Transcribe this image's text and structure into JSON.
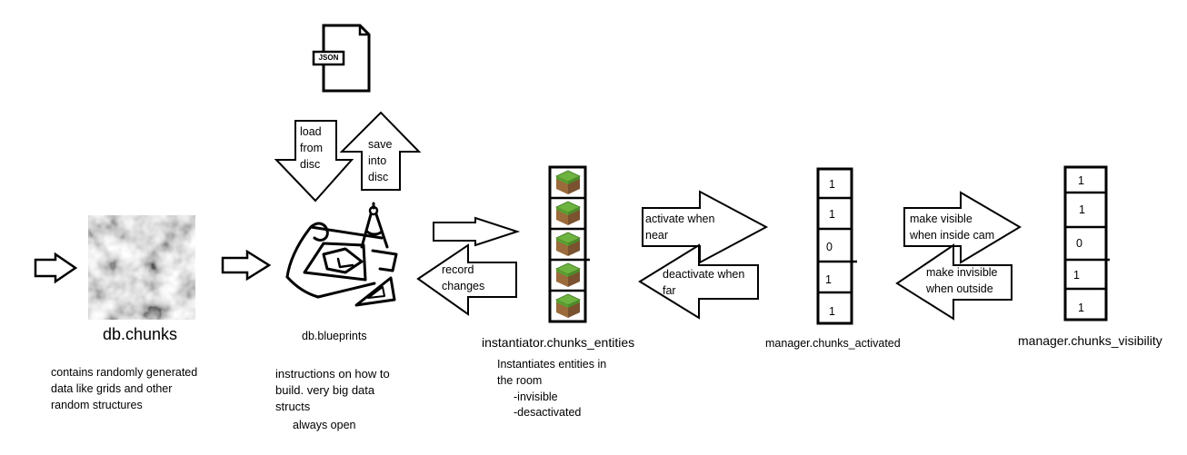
{
  "json_file": {
    "label": "JSON"
  },
  "load_arrow": {
    "text": "load\nfrom\ndisc"
  },
  "save_arrow": {
    "text": "save\ninto\ndisc"
  },
  "db_chunks": {
    "title": "db.chunks",
    "description": "contains randomly generated\ndata like grids and other\nrandom structures"
  },
  "db_blueprints": {
    "title": "db.blueprints",
    "description": "instructions on how to\nbuild. very big data\nstructs",
    "note": "always open"
  },
  "record_arrow": {
    "text": "record\nchanges"
  },
  "instantiator": {
    "title": "instantiator.chunks_entities",
    "description": "Instantiates entities in\nthe room",
    "items": [
      "-invisible",
      "-desactivated"
    ],
    "cell_count": 5
  },
  "activate_arrow": {
    "text": "activate when\nnear"
  },
  "deactivate_arrow": {
    "text": "deactivate when\nfar"
  },
  "manager_activated": {
    "title": "manager.chunks_activated",
    "values": [
      "1",
      "1",
      "0",
      "1",
      "1"
    ]
  },
  "visible_arrow": {
    "text": "make visible\nwhen inside cam"
  },
  "invisible_arrow": {
    "text": "make invisible\nwhen outside"
  },
  "manager_visibility": {
    "title": "manager.chunks_visibility",
    "values": [
      "1",
      "1",
      "0",
      "1",
      "1"
    ]
  }
}
